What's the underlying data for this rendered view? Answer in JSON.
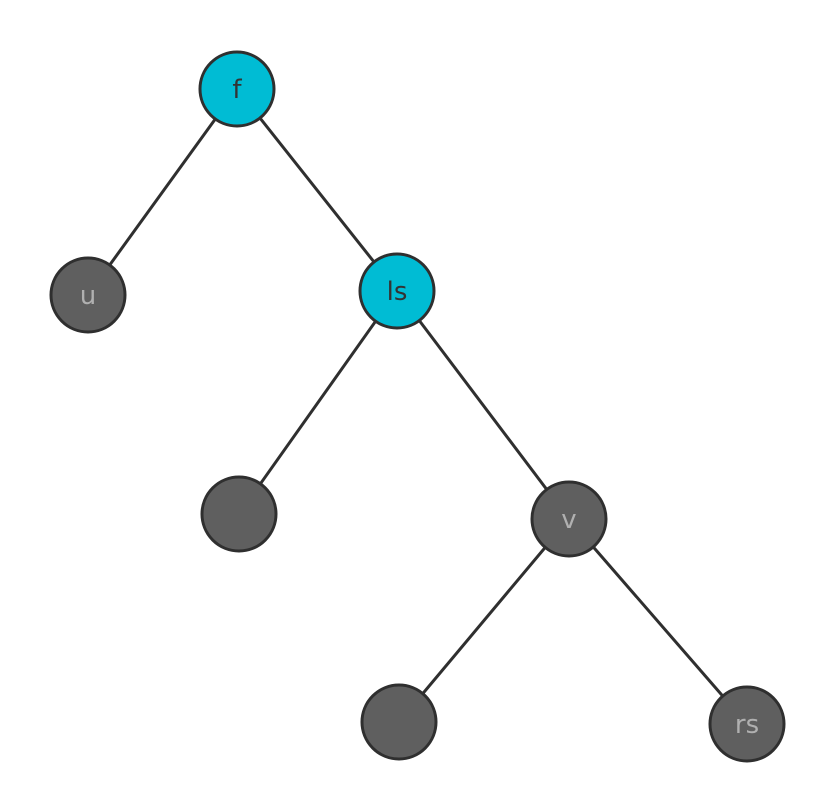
{
  "diagram": {
    "type": "binary-tree",
    "colors": {
      "highlight_fill": "#00bcd4",
      "default_fill": "#5f5f5f",
      "stroke": "#2f2f2f",
      "highlight_text": "#333333",
      "default_text": "#b0b0b0"
    },
    "nodes": [
      {
        "id": "n_f",
        "label": "f",
        "highlight": true
      },
      {
        "id": "n_u",
        "label": "u",
        "highlight": false
      },
      {
        "id": "n_ls",
        "label": "ls",
        "highlight": true
      },
      {
        "id": "n_e1",
        "label": "",
        "highlight": false
      },
      {
        "id": "n_v",
        "label": "v",
        "highlight": false
      },
      {
        "id": "n_e2",
        "label": "",
        "highlight": false
      },
      {
        "id": "n_rs",
        "label": "rs",
        "highlight": false
      }
    ],
    "edges": [
      {
        "from": "n_f",
        "to": "n_u"
      },
      {
        "from": "n_f",
        "to": "n_ls"
      },
      {
        "from": "n_ls",
        "to": "n_e1"
      },
      {
        "from": "n_ls",
        "to": "n_v"
      },
      {
        "from": "n_v",
        "to": "n_e2"
      },
      {
        "from": "n_v",
        "to": "n_rs"
      }
    ]
  }
}
